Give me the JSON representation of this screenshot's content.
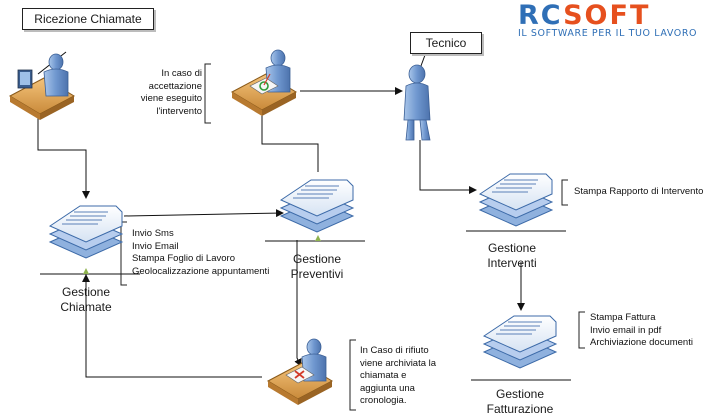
{
  "logo": {
    "part1": "RC",
    "part2": "SOFT",
    "tagline": "IL SOFTWARE PER IL TUO LAVORO",
    "colors": {
      "rc": "#2f6fb6",
      "soft": "#e6501e",
      "tagline": "#2f6fb6"
    }
  },
  "callouts": {
    "ricezione": "Ricezione Chiamate",
    "tecnico": "Tecnico"
  },
  "nodes": {
    "gestione_chiamate": "Gestione\nChiamate",
    "gestione_preventivi": "Gestione\nPreventivi",
    "gestione_interventi": "Gestione\nInterventi",
    "gestione_fatturazione": "Gestione\nFatturazione"
  },
  "notes": {
    "chiamate": [
      "Invio Sms",
      "Invio Email",
      "Stampa Foglio di Lavoro",
      "Geolocalizzazione  appuntamenti"
    ],
    "accettazione": [
      "In caso di",
      "accettazione",
      "viene eseguito",
      "l'intervento"
    ],
    "rifiuto": [
      "In Caso di rifiuto",
      "viene archiviata la",
      "chiamata e",
      "aggiunta una",
      "cronologia."
    ],
    "interventi": [
      "Stampa Rapporto di Intervento"
    ],
    "fatturazione": [
      "Stampa Fattura",
      "Invio email in pdf",
      "Archiviazione documenti"
    ]
  },
  "icons": {
    "workers": [
      "desk-worker-icon",
      "desk-worker-accept-icon",
      "desk-worker-reject-icon"
    ],
    "technician": "technician-icon",
    "documents": "document-stack-icon"
  }
}
